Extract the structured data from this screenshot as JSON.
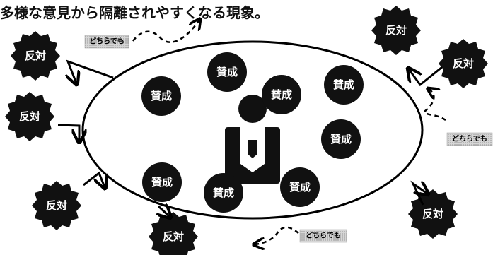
{
  "caption": "多様な意見から隔離されやすくなる現象。",
  "inner_label": "賛成",
  "outer_label": "反対",
  "either_label": "どちらでも",
  "colors": {
    "circle_fill": "#111111",
    "either_bg": "#c9c9c9",
    "ellipse_stroke": "#000000"
  },
  "icons": {
    "central_figure": "person-with-shield-icon"
  }
}
